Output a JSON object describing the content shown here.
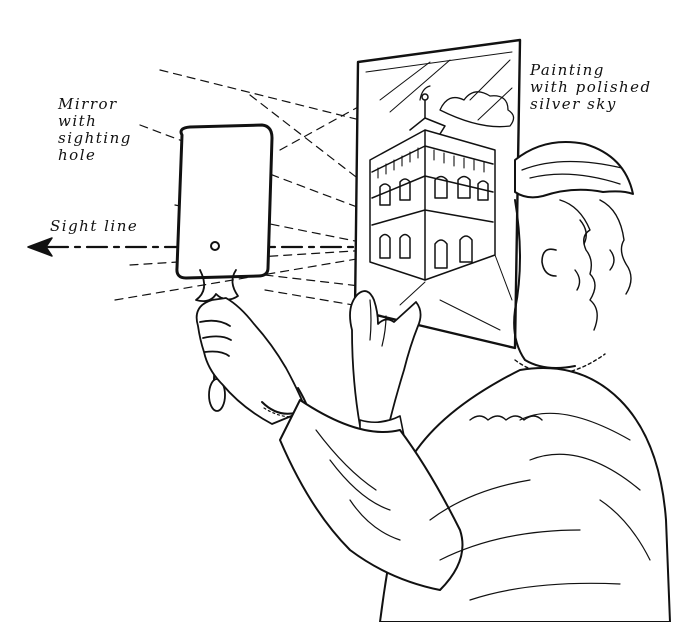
{
  "labels": {
    "mirror": [
      "Mirror",
      "with",
      "sighting",
      "hole"
    ],
    "painting": [
      "Painting",
      "with polished",
      "silver sky"
    ],
    "sight_line": "Sight line"
  },
  "colors": {
    "ink": "#111111",
    "paper": "#ffffff"
  },
  "icons": {
    "arrow": "sight-line-arrow"
  }
}
